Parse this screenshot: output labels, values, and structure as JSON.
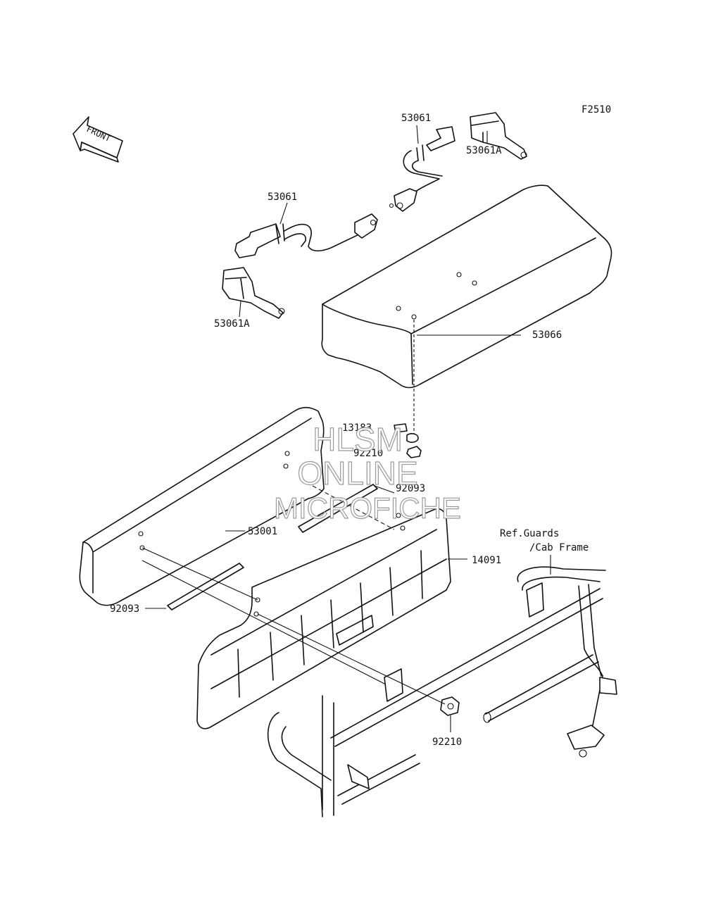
{
  "diagram": {
    "code": "F2510",
    "front_label": "FRONT",
    "parts": [
      {
        "id": "strap-top",
        "number": "53061"
      },
      {
        "id": "strap-left",
        "number": "53061"
      },
      {
        "id": "buckle-top",
        "number": "53061A"
      },
      {
        "id": "buckle-left",
        "number": "53061A"
      },
      {
        "id": "seat",
        "number": "53066"
      },
      {
        "id": "bolt",
        "number": "13183"
      },
      {
        "id": "nut-top",
        "number": "92210"
      },
      {
        "id": "pad-upper",
        "number": "92093"
      },
      {
        "id": "backrest",
        "number": "53001"
      },
      {
        "id": "panel",
        "number": "14091"
      },
      {
        "id": "pad-lower",
        "number": "92093"
      },
      {
        "id": "nut-bottom",
        "number": "92210"
      }
    ],
    "reference": {
      "line1": "Ref.Guards",
      "line2": "/Cab Frame"
    },
    "watermark": {
      "line1": "HLSM",
      "line2": "ONLINE",
      "line3": "MICROFICHE"
    }
  },
  "colors": {
    "ink": "#111111",
    "watermark": "#9a9a9a",
    "background": "#ffffff"
  }
}
